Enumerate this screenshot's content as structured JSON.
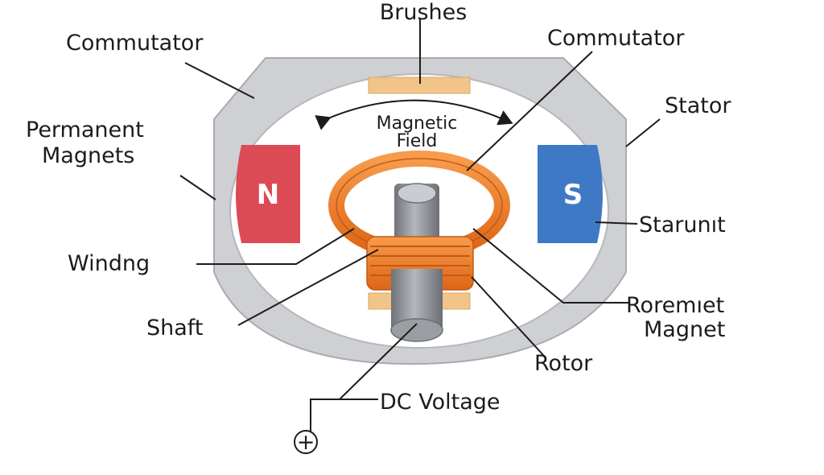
{
  "labels": {
    "brushes": "Brushes",
    "commutator_left": "Commutator",
    "commutator_right": "Commutator",
    "stator": "Stator",
    "permanent_magnets_line1": "Permanent",
    "permanent_magnets_line2": "Magnets",
    "magnetic_field_line1": "Magnetic",
    "magnetic_field_line2": "Field",
    "starunit": "Starunıt",
    "winding": "Windng",
    "shaft": "Shaft",
    "roremiet_line1": "Roremıet",
    "roremiet_line2": "Magnet",
    "rotor": "Rotor",
    "dc_voltage": "DC Voltage"
  },
  "poles": {
    "north": "N",
    "south": "S"
  },
  "terminal_symbol": "+",
  "colors": {
    "stator_gray": "#cfd0d3",
    "stator_edge": "#a9abb0",
    "north_magnet": "#dc4a55",
    "south_magnet": "#3f79c6",
    "brush": "#f1c48a",
    "coil_orange": "#f07a24",
    "shaft_gray": "#8d9196"
  }
}
